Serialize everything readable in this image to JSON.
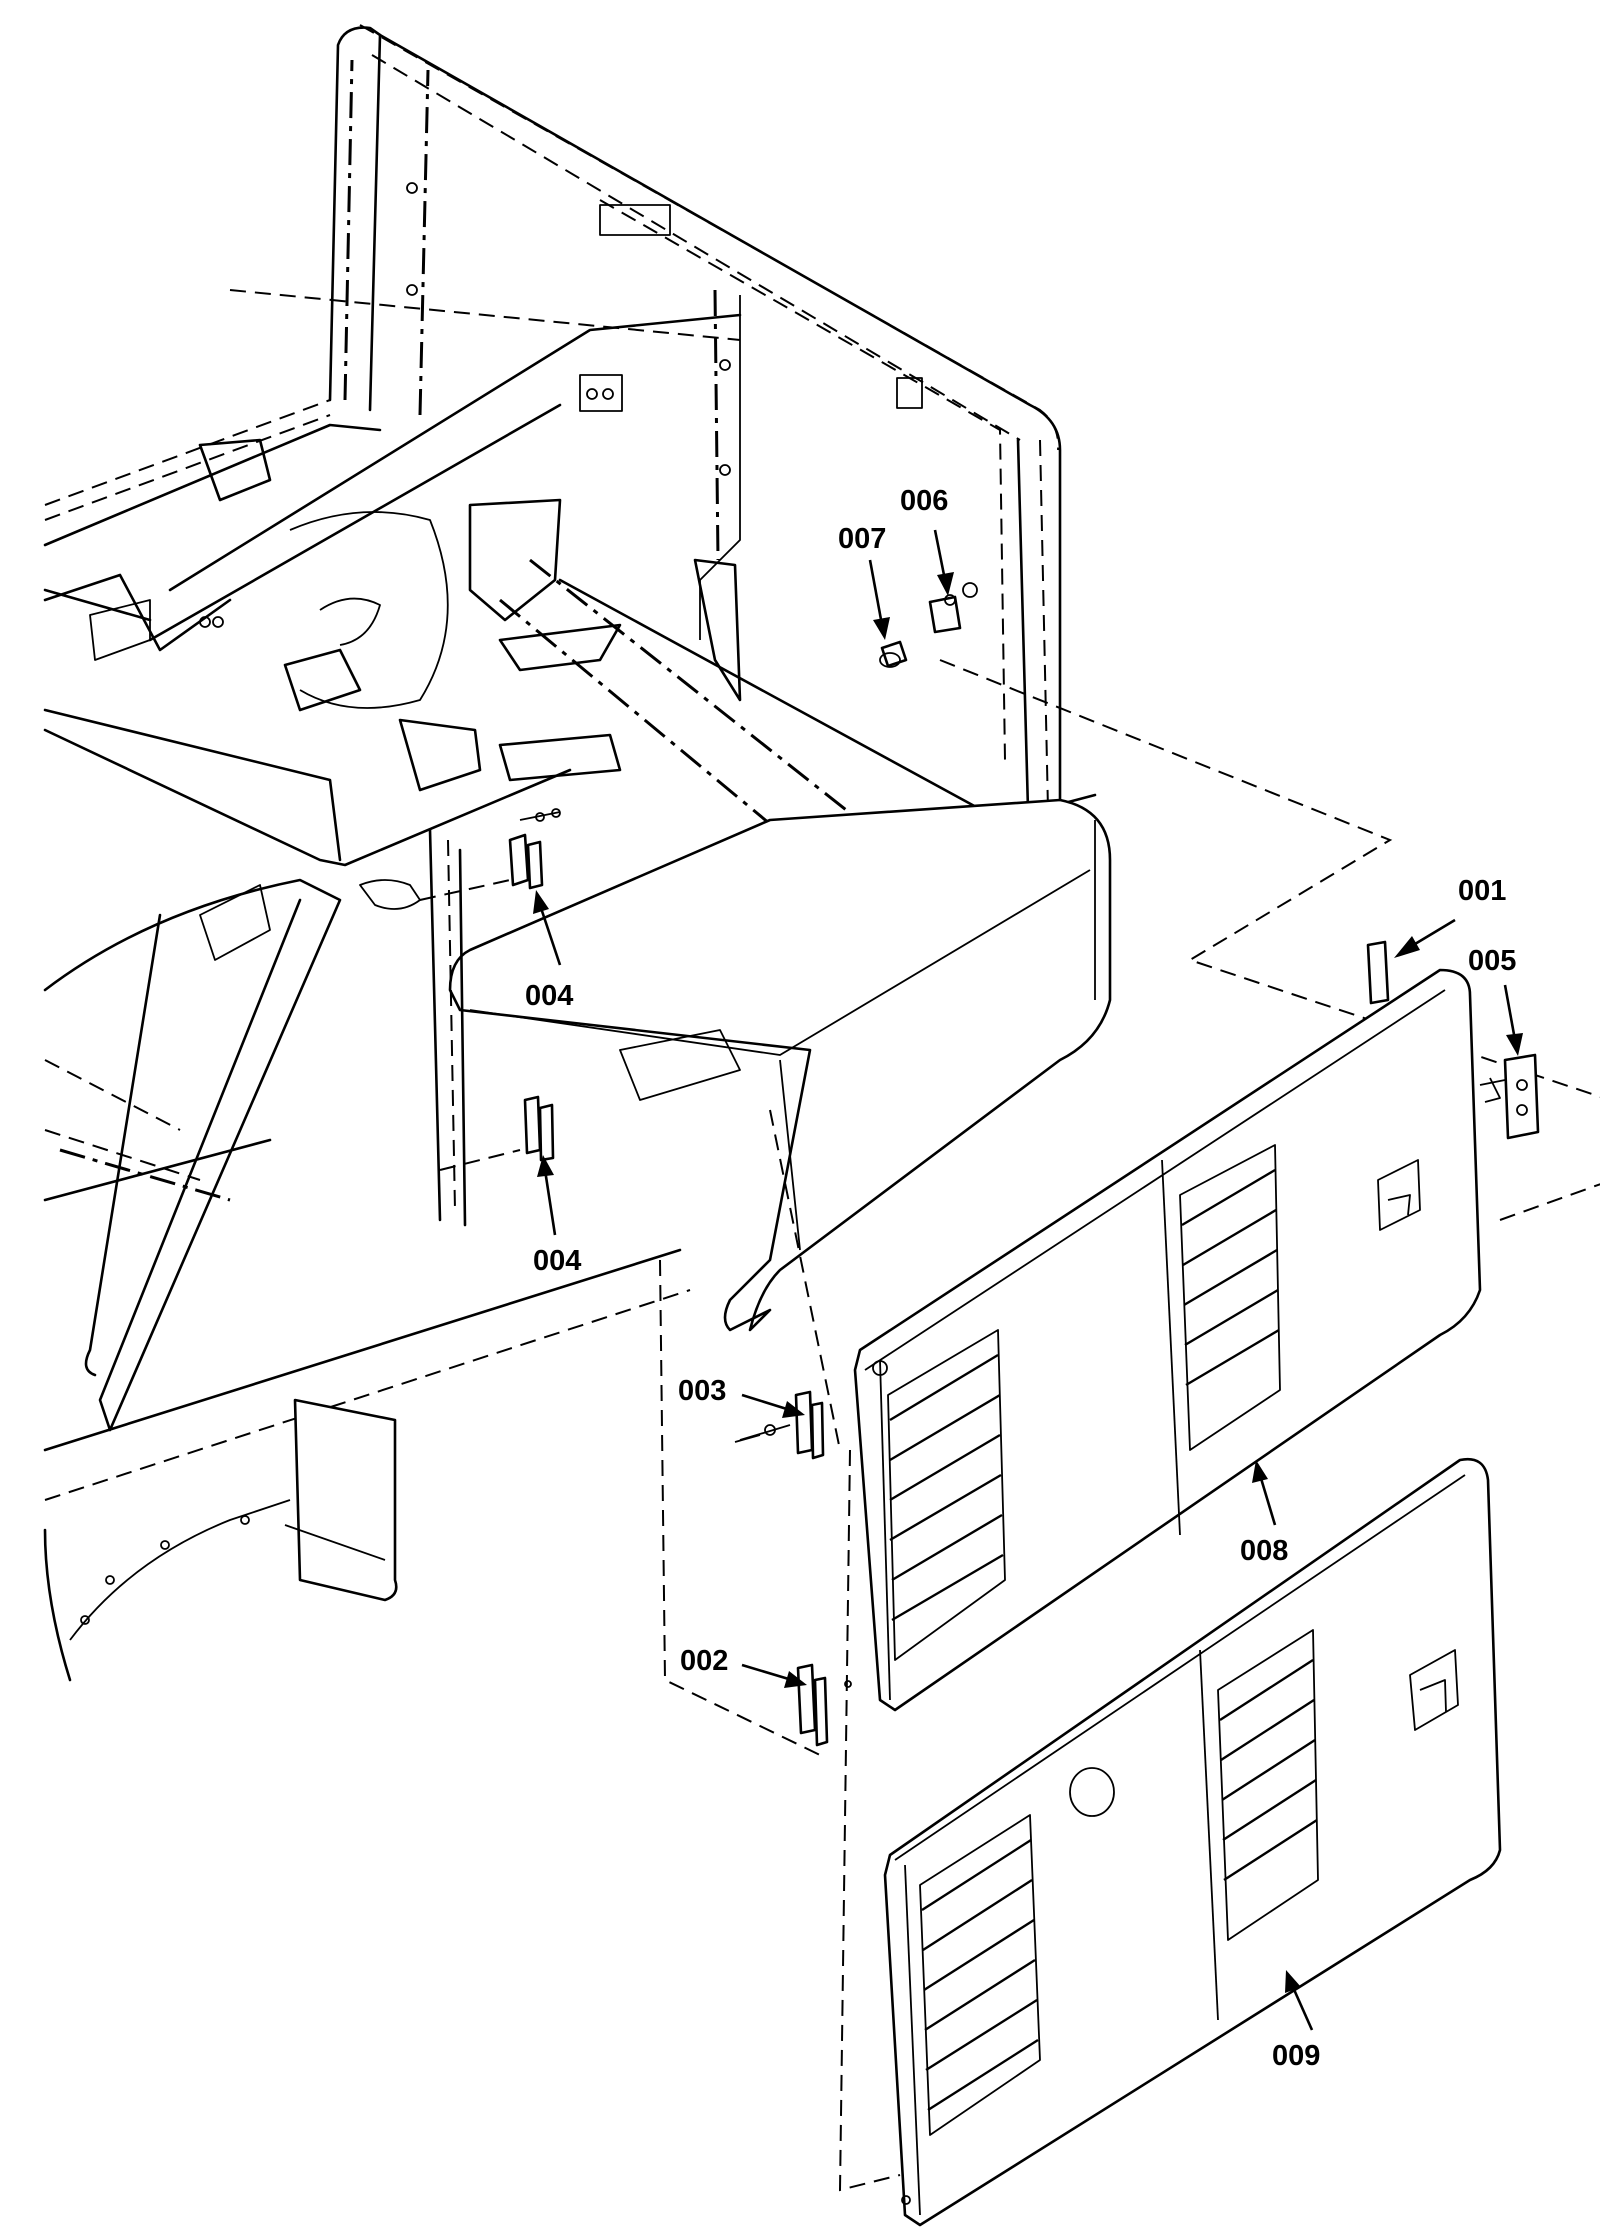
{
  "diagram": {
    "callouts": [
      {
        "id": "c001",
        "label": "001"
      },
      {
        "id": "c002",
        "label": "002"
      },
      {
        "id": "c003",
        "label": "003"
      },
      {
        "id": "c004a",
        "label": "004"
      },
      {
        "id": "c004b",
        "label": "004"
      },
      {
        "id": "c005",
        "label": "005"
      },
      {
        "id": "c006",
        "label": "006"
      },
      {
        "id": "c007",
        "label": "007"
      },
      {
        "id": "c008",
        "label": "008"
      },
      {
        "id": "c009",
        "label": "009"
      }
    ]
  }
}
